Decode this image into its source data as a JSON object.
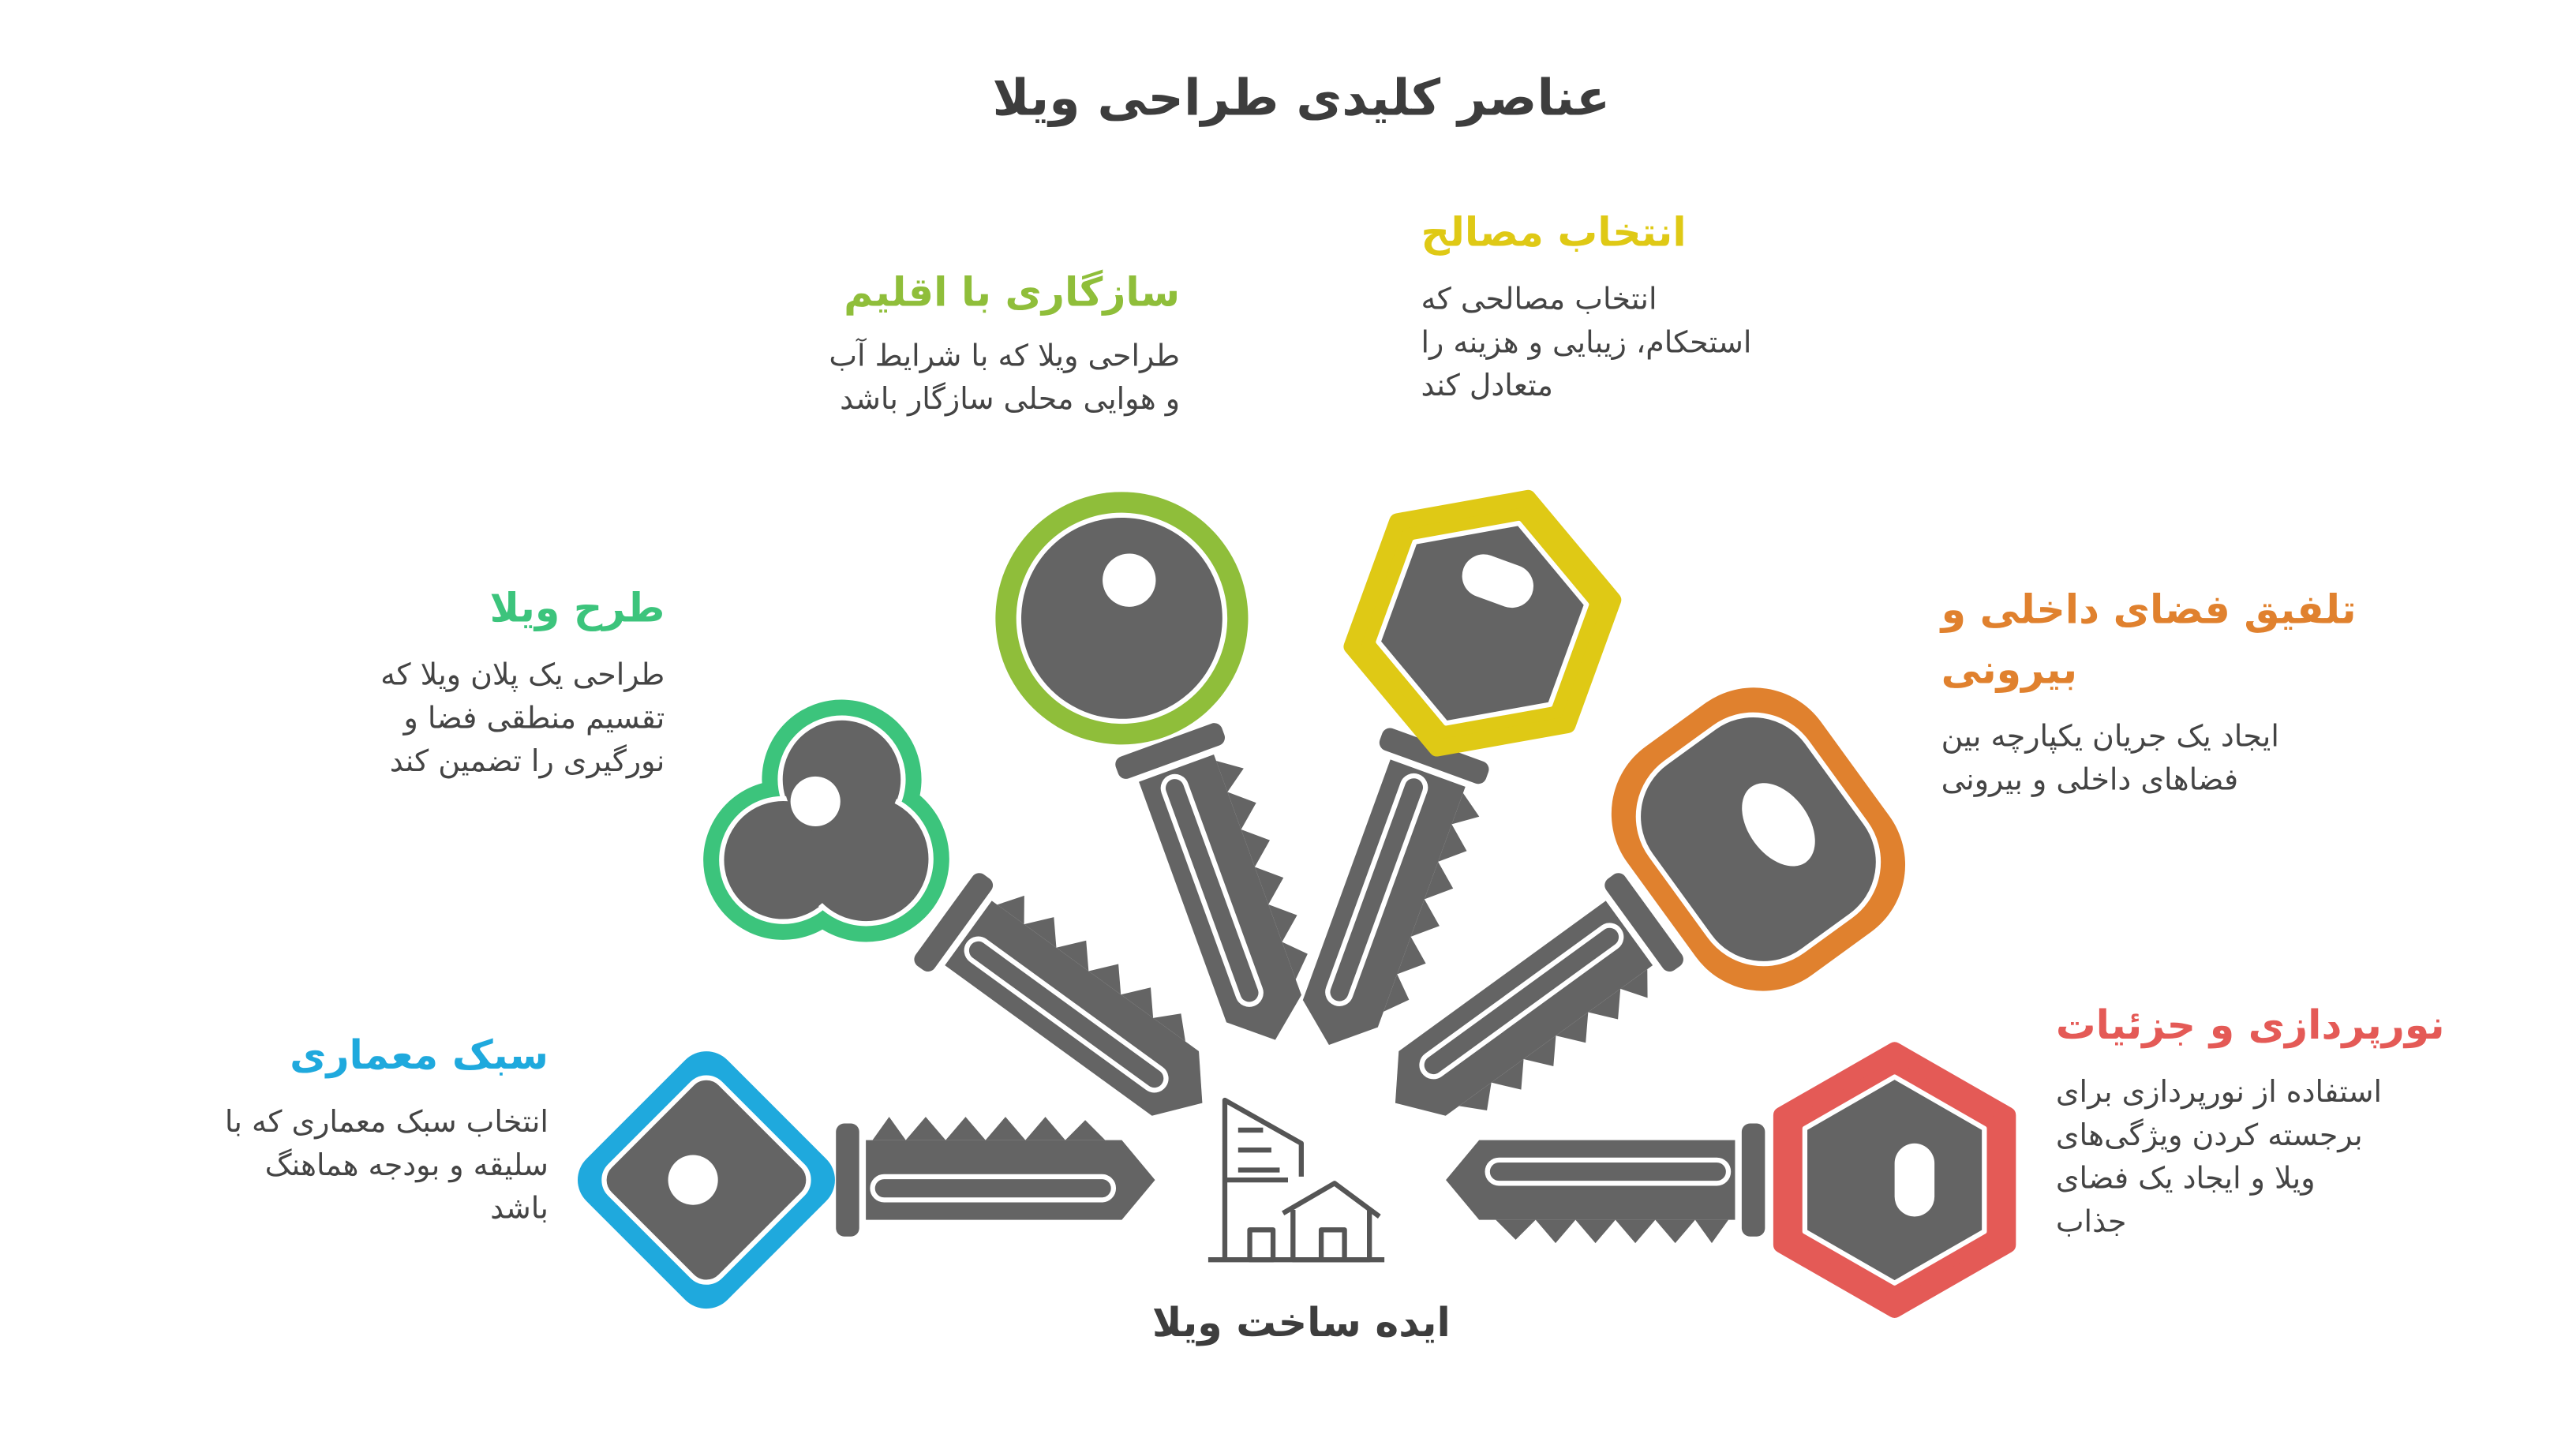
{
  "title": "عناصر کلیدی طراحی ویلا",
  "center_label": "ایده ساخت ویلا",
  "center_icon": "building-house-icon",
  "items": [
    {
      "title": "سبک معماری",
      "desc": [
        "انتخاب سبک معماری که با",
        "سلیقه و بودجه هماهنگ",
        "باشد"
      ],
      "color": "#1fa9dd"
    },
    {
      "title": "طرح ویلا",
      "desc": [
        "طراحی یک پلان ویلا که",
        "تقسیم منطقی فضا و",
        "نورگیری را تضمین کند"
      ],
      "color": "#3cc47c"
    },
    {
      "title": "سازگاری با اقلیم",
      "desc": [
        "طراحی ویلا که با شرایط آب",
        "و هوایی محلی سازگار باشد"
      ],
      "color": "#8fbe3a"
    },
    {
      "title": "انتخاب مصالح",
      "desc": [
        "انتخاب مصالحی که",
        "استحکام، زیبایی و هزینه را",
        "متعادل کند"
      ],
      "color": "#dfc915"
    },
    {
      "title": [
        "تلفیق فضای داخلی و",
        "بیرونی"
      ],
      "desc": [
        "ایجاد یک جریان یکپارچه بین",
        "فضاهای داخلی و بیرونی"
      ],
      "color": "#e0812e"
    },
    {
      "title": "نورپردازی و جزئیات",
      "desc": [
        "استفاده از نورپردازی برای",
        "برجسته کردن ویژگی‌های",
        "ویلا و ایجاد یک فضای",
        "جذاب"
      ],
      "color": "#e45a56"
    }
  ],
  "key_color": "#646464"
}
